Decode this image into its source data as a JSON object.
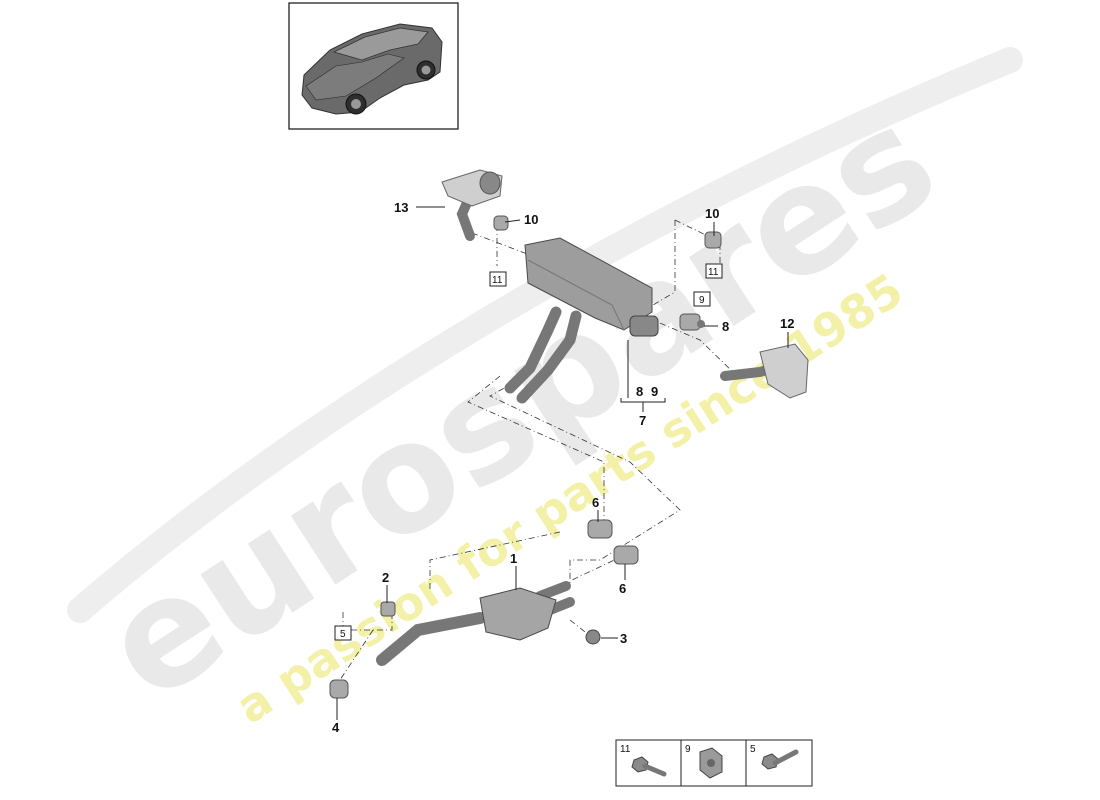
{
  "watermark": {
    "brand": "eurospares",
    "tagline": "a passion for parts since 1985"
  },
  "callouts": [
    {
      "id": "c13",
      "label": "13"
    },
    {
      "id": "c10a",
      "label": "10"
    },
    {
      "id": "c11a",
      "label": "11"
    },
    {
      "id": "c10b",
      "label": "10"
    },
    {
      "id": "c11b",
      "label": "11"
    },
    {
      "id": "c9",
      "label": "9"
    },
    {
      "id": "c8a",
      "label": "8"
    },
    {
      "id": "c12",
      "label": "12"
    },
    {
      "id": "c8b",
      "label": "8"
    },
    {
      "id": "c9b",
      "label": "9"
    },
    {
      "id": "c7",
      "label": "7"
    },
    {
      "id": "c6a",
      "label": "6"
    },
    {
      "id": "c6b",
      "label": "6"
    },
    {
      "id": "c1",
      "label": "1"
    },
    {
      "id": "c2",
      "label": "2"
    },
    {
      "id": "c5",
      "label": "5"
    },
    {
      "id": "c3",
      "label": "3"
    },
    {
      "id": "c4",
      "label": "4"
    }
  ],
  "legend": [
    {
      "label": "11",
      "icon": "hex-bolt-icon"
    },
    {
      "label": "9",
      "icon": "hex-nut-icon"
    },
    {
      "label": "5",
      "icon": "hex-bolt-icon"
    }
  ]
}
